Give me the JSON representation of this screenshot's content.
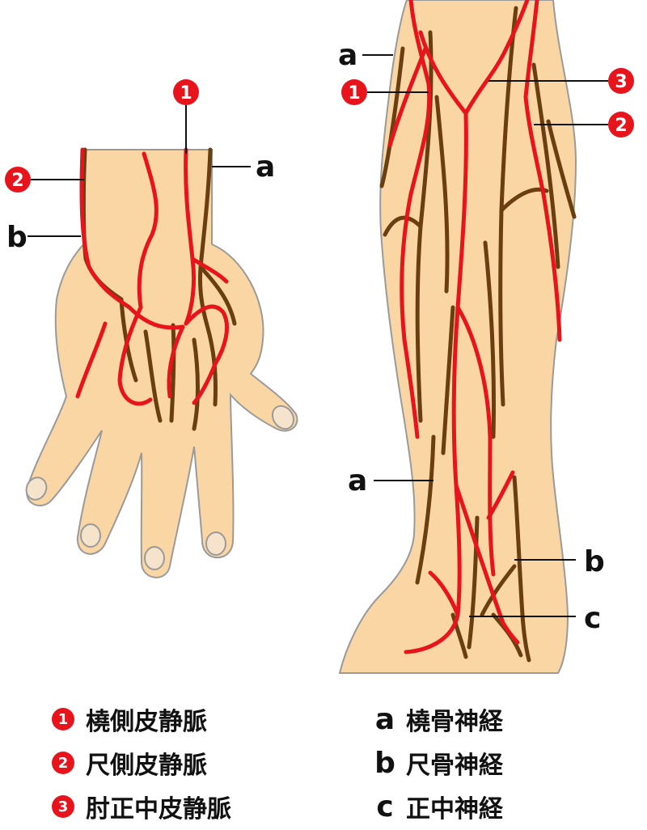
{
  "colors": {
    "vein": "#e8141c",
    "nerve": "#6b3e12",
    "skin": "#fbd6a5",
    "outline": "#9a9a9a",
    "nail": "#f6e3cc"
  },
  "hand": {
    "callouts": [
      {
        "marker": "1",
        "kind": "vein"
      },
      {
        "marker": "2",
        "kind": "vein"
      },
      {
        "marker": "a",
        "kind": "nerve"
      },
      {
        "marker": "b",
        "kind": "nerve"
      }
    ]
  },
  "arm": {
    "callouts": [
      {
        "marker": "a",
        "kind": "nerve"
      },
      {
        "marker": "1",
        "kind": "vein"
      },
      {
        "marker": "3",
        "kind": "vein"
      },
      {
        "marker": "2",
        "kind": "vein"
      },
      {
        "marker": "a",
        "kind": "nerve"
      },
      {
        "marker": "b",
        "kind": "nerve"
      },
      {
        "marker": "c",
        "kind": "nerve"
      }
    ]
  },
  "legend": {
    "veins": [
      {
        "marker": "1",
        "label": "橈側皮静脈"
      },
      {
        "marker": "2",
        "label": "尺側皮静脈"
      },
      {
        "marker": "3",
        "label": "肘正中皮静脈"
      }
    ],
    "nerves": [
      {
        "marker": "a",
        "label": "橈骨神経"
      },
      {
        "marker": "b",
        "label": "尺骨神経"
      },
      {
        "marker": "c",
        "label": "正中神経"
      }
    ]
  }
}
